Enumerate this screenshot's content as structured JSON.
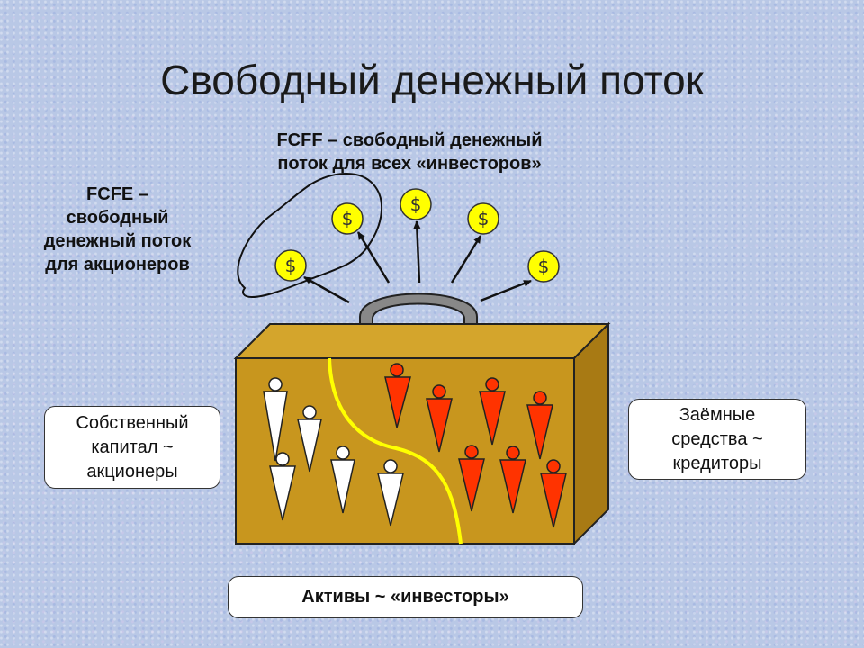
{
  "title": "Свободный денежный поток",
  "fcff_label_line1": "FCFF – свободный денежный",
  "fcff_label_line2": "поток для всех «инвесторов»",
  "fcfe_label_line1": "FCFE –",
  "fcfe_label_line2": "свободный",
  "fcfe_label_line3": "денежный поток",
  "fcfe_label_line4": "для акционеров",
  "equity_box_line1": "Собственный",
  "equity_box_line2": "капитал ~",
  "equity_box_line3": "акционеры",
  "debt_box_line1": "Заёмные",
  "debt_box_line2": "средства ~",
  "debt_box_line3": "кредиторы",
  "assets_box": "Активы ~ «инвесторы»",
  "coin_symbol": "$",
  "colors": {
    "case_front": "#c8961e",
    "case_top": "#d4a52c",
    "case_side": "#a87a14",
    "handle": "#888888",
    "divider": "#ffff00",
    "coin": "#ffff00",
    "shareholder": "#ffffff",
    "creditor": "#ff3300"
  },
  "icons": [
    "dollar-coin-icon",
    "person-icon",
    "arrow-icon",
    "briefcase-icon"
  ]
}
